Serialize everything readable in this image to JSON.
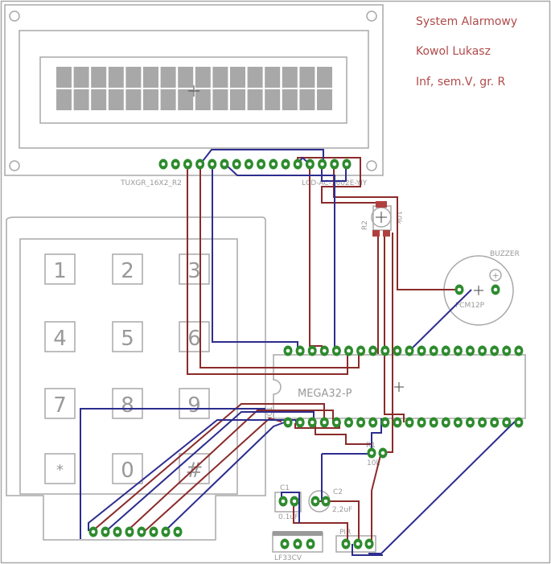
{
  "title_block": {
    "line1": "System Alarmowy",
    "line2": "Kowol Lukasz",
    "line3": "Inf, sem.V, gr. R"
  },
  "labels": {
    "lcd_left": "TUXGR_16X2_R2",
    "lcd_right": "LCD-AC-1602E-YIY",
    "r2_name": "R2",
    "r2_value": "10k",
    "buzzer_name": "BUZZER",
    "buzzer_part": "FCM12P",
    "mcu": "MEGA32-P",
    "ic_ref": "IC1",
    "r1_name": "R1",
    "r1_value": "10k",
    "c1_name": "C1",
    "c1_value": "0.1uF",
    "c2_name": "C2",
    "c2_value": "2,2uF",
    "regulator": "LF33CV",
    "pir": "PIR",
    "buzzer_plus": "+"
  },
  "keypad": {
    "keys": [
      "1",
      "2",
      "3",
      "4",
      "5",
      "6",
      "7",
      "8",
      "9",
      "*",
      "0",
      "#"
    ]
  },
  "colors": {
    "bottom_trace": "#8b2b2b",
    "top_trace": "#2d2d8f",
    "pad": "#2e8b2e",
    "silkscreen": "#a8a8a8",
    "title_text": "#b04a4a",
    "smd_pad": "#b04040"
  }
}
